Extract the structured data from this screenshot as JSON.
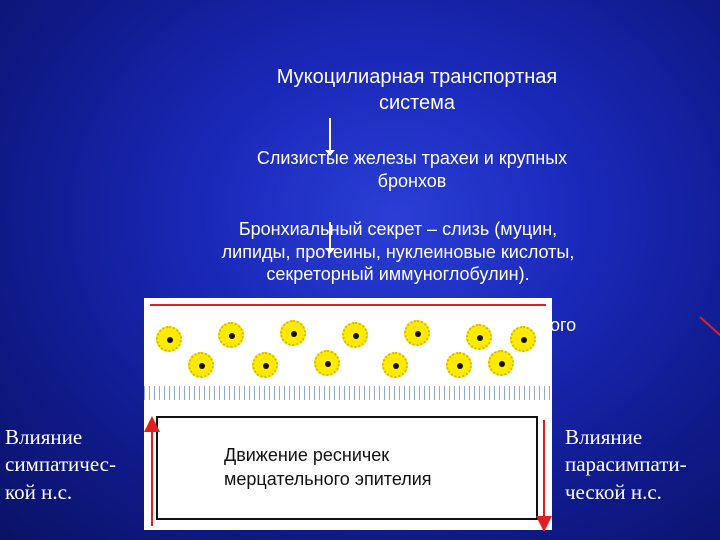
{
  "title": "Мукоцилиарная транспортная\nсистема",
  "glands": "Слизистые железы трахеи и крупных\nбронхов",
  "secretion": "Бронхиальный секрет – слизь (муцин,\nлипиды, протеины, нуклеиновые кислоты,\nсекреторный иммуноглобулин).",
  "partial_text": "ного",
  "cilia_movement": "Движение ресничек\nмерцательного эпителия",
  "left_influence": "Влияние\nсимпатичес-\nкой н.с.",
  "right_influence": "Влияние\nпарасимпати-\nческой н.с.",
  "colors": {
    "background": "#1a28b8",
    "mucus_dot": "#ffea00",
    "arrow": "#e02020"
  }
}
